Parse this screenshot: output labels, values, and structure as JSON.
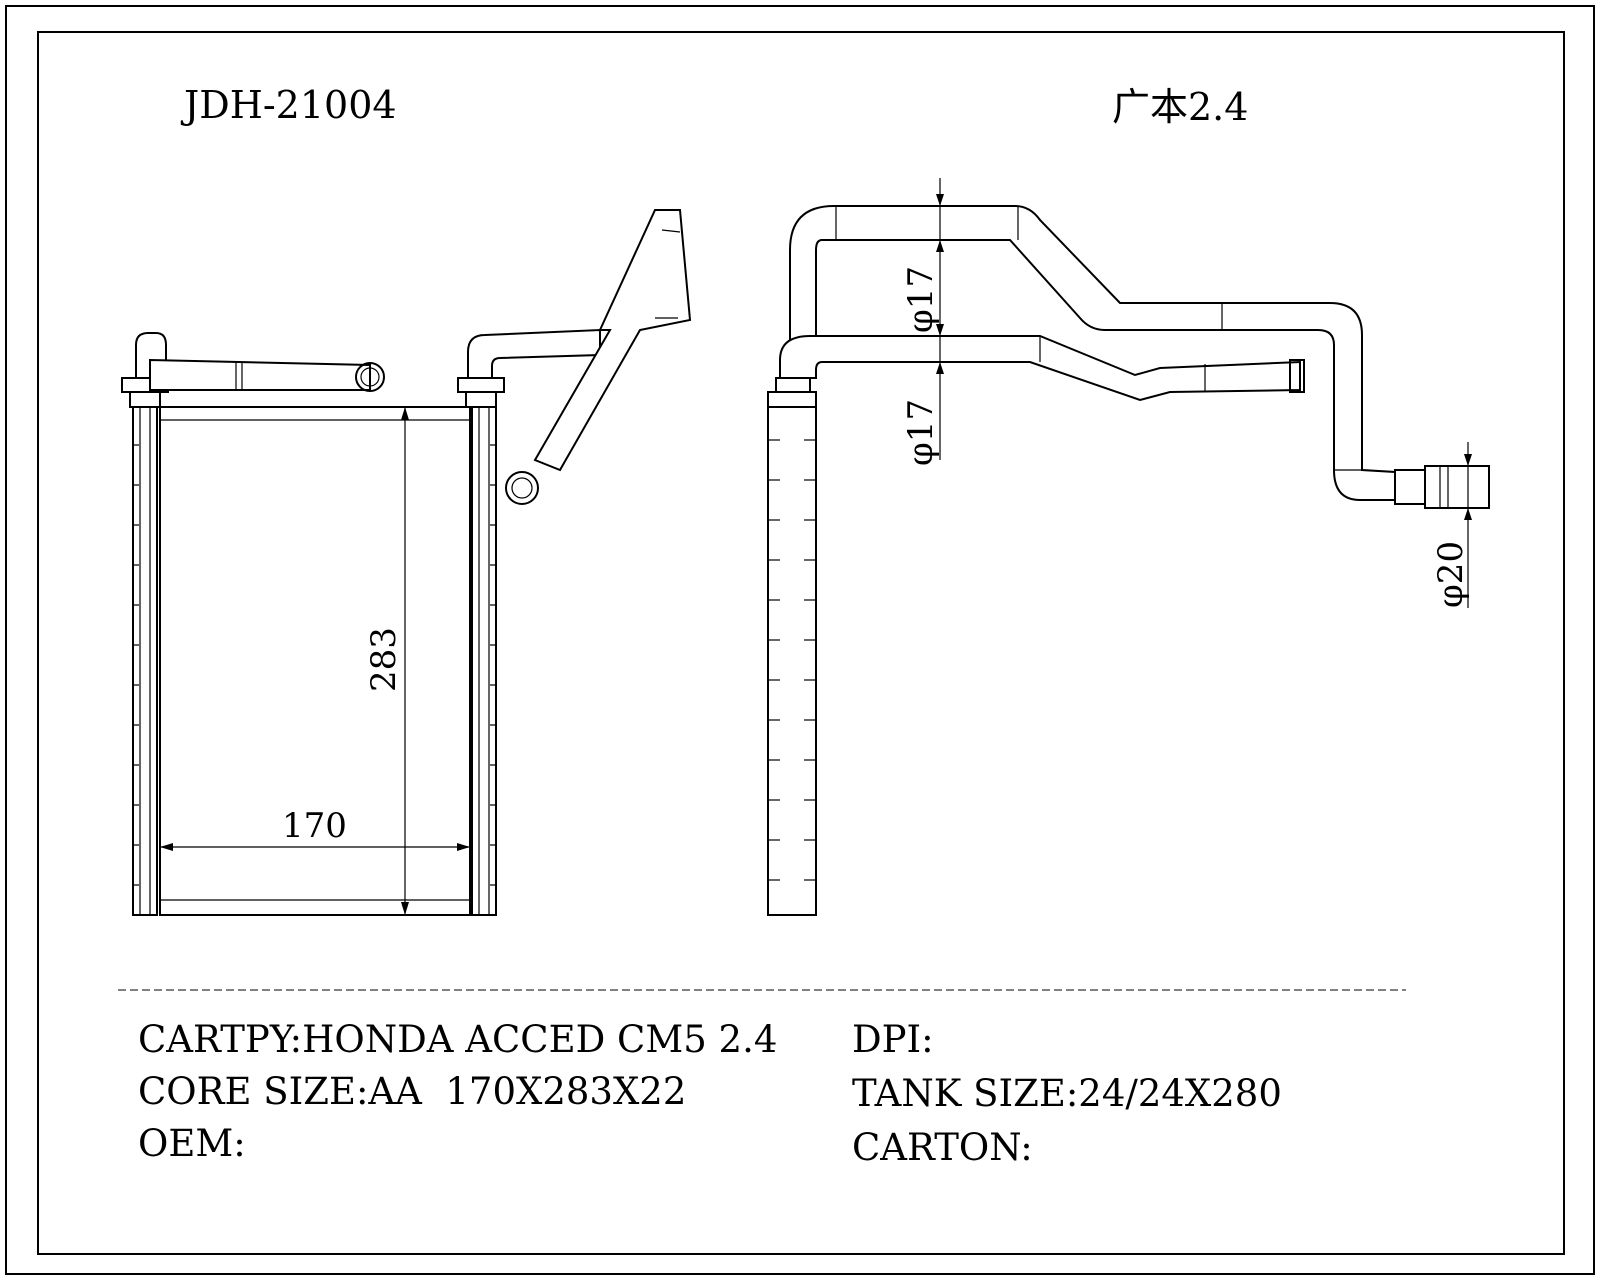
{
  "header": {
    "part_number": "JDH-21004",
    "model_cn": "广本2.4"
  },
  "dimensions": {
    "height": "283",
    "width": "170",
    "pipe_diameter_upper": "φ17",
    "pipe_diameter_lower": "φ17",
    "outlet_diameter": "φ20"
  },
  "specs": {
    "cartpy": "CARTPY:HONDA ACCED CM5 2.4",
    "core_size": "CORE SIZE:AA  170X283X22",
    "oem": "OEM:",
    "dpi": "DPI:",
    "tank_size": "TANK SIZE:24/24X280",
    "carton": "CARTON:"
  }
}
